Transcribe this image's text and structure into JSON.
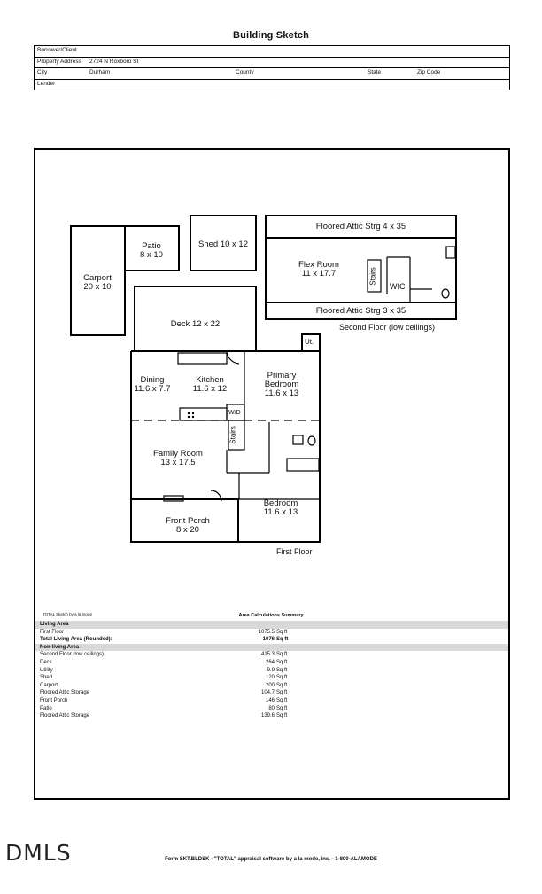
{
  "page": {
    "title": "Building Sketch"
  },
  "header": {
    "borrower_label": "Borrower/Client",
    "property_label": "Property Address",
    "property_value": "2724 N Roxboro St",
    "city_label": "City",
    "city_value": "Durham",
    "county_label": "County",
    "state_label": "State",
    "zip_label": "Zip Code",
    "lender_label": "Lender"
  },
  "sketch": {
    "carport": [
      "Carport",
      "20 x 10"
    ],
    "patio": [
      "Patio",
      "8 x 10"
    ],
    "shed": "Shed 10 x 12",
    "deck": "Deck 12 x 22",
    "attic_top": "Floored Attic Strg 4 x 35",
    "attic_bottom": "Floored Attic Strg 3 x 35",
    "flex_room": [
      "Flex Room",
      "11 x 17.7"
    ],
    "stairs_upper": "Stairs",
    "wic": "WIC",
    "second_floor_caption": "Second Floor (low ceilings)",
    "utility": "Ut.",
    "dining": [
      "Dining",
      "11.6 x 7.7"
    ],
    "kitchen": [
      "Kitchen",
      "11.6 x 12"
    ],
    "primary_bedroom": [
      "Primary",
      "Bedroom",
      "11.6 x 13"
    ],
    "wd": "W/D",
    "stairs_lower": "Stairs",
    "family_room": [
      "Family Room",
      "13 x 17.5"
    ],
    "bedroom": [
      "Bedroom",
      "11.6 x 13"
    ],
    "front_porch": [
      "Front Porch",
      "8 x 20"
    ],
    "first_floor_caption": "First Floor"
  },
  "calc": {
    "note": "TOTAL Sketch by a la mode",
    "title": "Area Calculations Summary",
    "living_header": "Living Area",
    "first_floor": {
      "label": "First Floor",
      "value": "1075.5",
      "unit": "Sq ft"
    },
    "total_living": {
      "label": "Total Living Area (Rounded):",
      "value": "1076",
      "unit": "Sq ft"
    },
    "nonliving_header": "Non-living Area",
    "nonliving": [
      {
        "label": "Second Floor (low ceilings)",
        "value": "415.3",
        "unit": "Sq ft"
      },
      {
        "label": "Deck",
        "value": "264",
        "unit": "Sq ft"
      },
      {
        "label": "Utility",
        "value": "9.9",
        "unit": "Sq ft"
      },
      {
        "label": "Shed",
        "value": "120",
        "unit": "Sq ft"
      },
      {
        "label": "Carport",
        "value": "200",
        "unit": "Sq ft"
      },
      {
        "label": "Floored Attic Storage",
        "value": "104.7",
        "unit": "Sq ft"
      },
      {
        "label": "Front Porch",
        "value": "146",
        "unit": "Sq ft"
      },
      {
        "label": "Patio",
        "value": "80",
        "unit": "Sq ft"
      },
      {
        "label": "Floored Attic Storage",
        "value": "139.6",
        "unit": "Sq ft"
      }
    ]
  },
  "footer": {
    "logo": "DMLS",
    "form": "Form SKT.BLDSK - \"TOTAL\" appraisal software by a la mode, inc. - 1-800-ALAMODE"
  }
}
